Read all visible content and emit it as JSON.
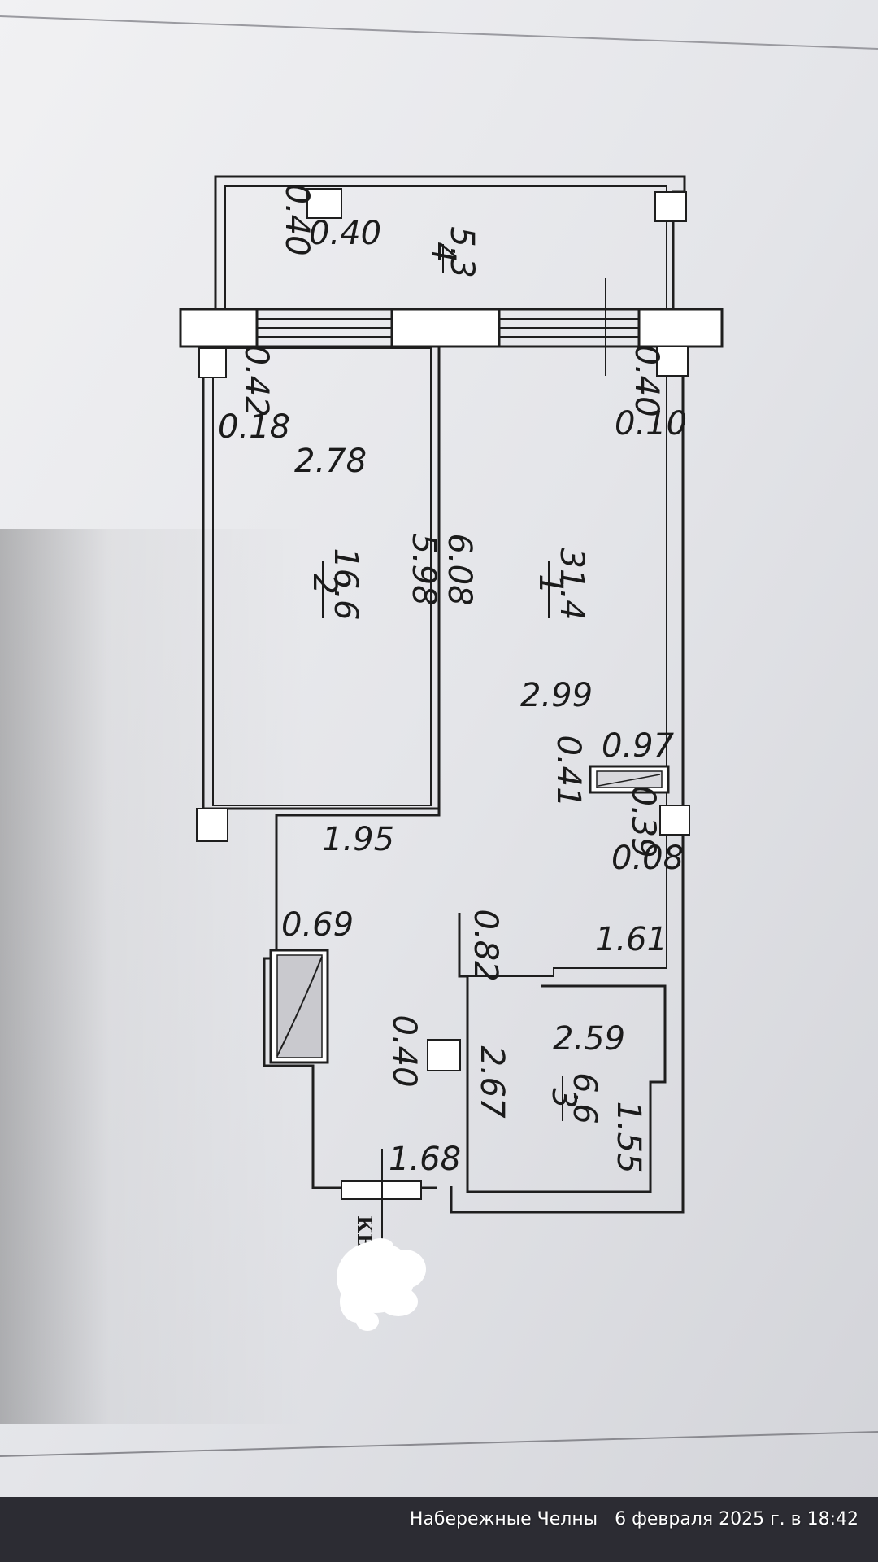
{
  "plan": {
    "balcony": {
      "number": "4",
      "area": "5.3",
      "dims": [
        "0.40",
        "0.40"
      ]
    },
    "room2": {
      "number": "2",
      "area": "16.6",
      "width": "2.78",
      "length": "5.98"
    },
    "room1": {
      "number": "1",
      "area": "31.4",
      "width": "2.99",
      "length": "6.08"
    },
    "room3": {
      "number": "3",
      "area": "6.6",
      "width": "2.59",
      "length": "2.67",
      "side": "1.55"
    },
    "dims": {
      "d_042": "0.42",
      "d_018": "0.18",
      "d_040_right": "0.40",
      "d_010": "0.10",
      "d_097": "0.97",
      "d_041": "0.41",
      "d_039": "0.39",
      "d_008": "0.08",
      "d_195": "1.95",
      "d_069": "0.69",
      "d_082": "0.82",
      "d_161": "1.61",
      "d_040_col": "0.40",
      "d_168": "1.68"
    },
    "entry_mark": "КВ"
  },
  "watermark": {
    "city": "Набережные Челны",
    "datetime": "6 февраля 2025 г. в 18:42"
  }
}
